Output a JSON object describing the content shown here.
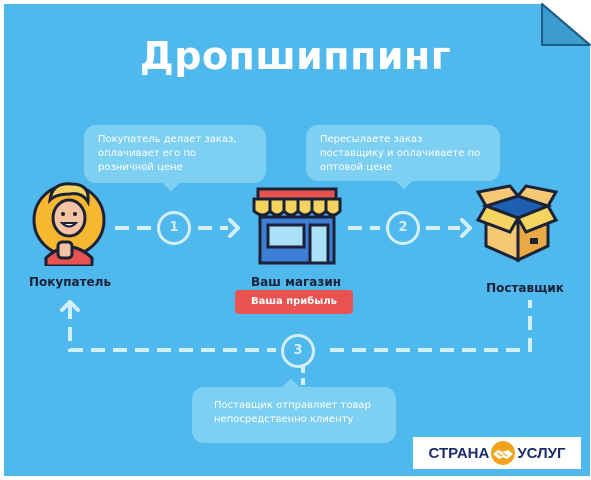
{
  "title": "Дропшиппинг",
  "bubbles": {
    "step1": "Покупатель делает заказ, оплачивает его по розничной цене",
    "step2": "Пересылаете заказ  поставщику и оплачиваете по оптовой цене",
    "step3": "Поставщик отправляет товар непосредственно клиенту"
  },
  "nodes": {
    "buyer": "Покупатель",
    "shop": "Ваш магазин",
    "supplier": "Поставщик"
  },
  "profit_badge": "Ваша прибыль",
  "steps": [
    "1",
    "2",
    "3"
  ],
  "brand": {
    "left": "СТРАНА",
    "right": "УСЛУГ"
  },
  "colors": {
    "background": "#4fb8ec",
    "bubble": "#7ed0f2",
    "dashes": "#d5effa",
    "profit": "#e8534f",
    "label_text": "#1b2237",
    "brand_text": "#1d2b6b"
  },
  "icons": {
    "buyer": "smiling-man-thumbs-up-icon",
    "shop": "storefront-awning-icon",
    "supplier": "open-cardboard-box-icon",
    "brand": "handshake-globe-icon"
  }
}
